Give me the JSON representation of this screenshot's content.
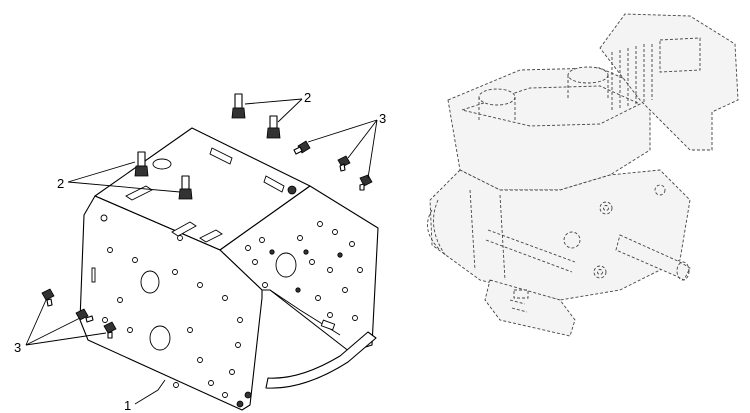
{
  "callouts": {
    "part_1": "1",
    "part_2_top": "2",
    "part_2_left": "2",
    "part_3_top": "3",
    "part_3_left": "3"
  },
  "colors": {
    "line": "#000000",
    "phantom_line": "#444444",
    "background": "#ffffff"
  }
}
